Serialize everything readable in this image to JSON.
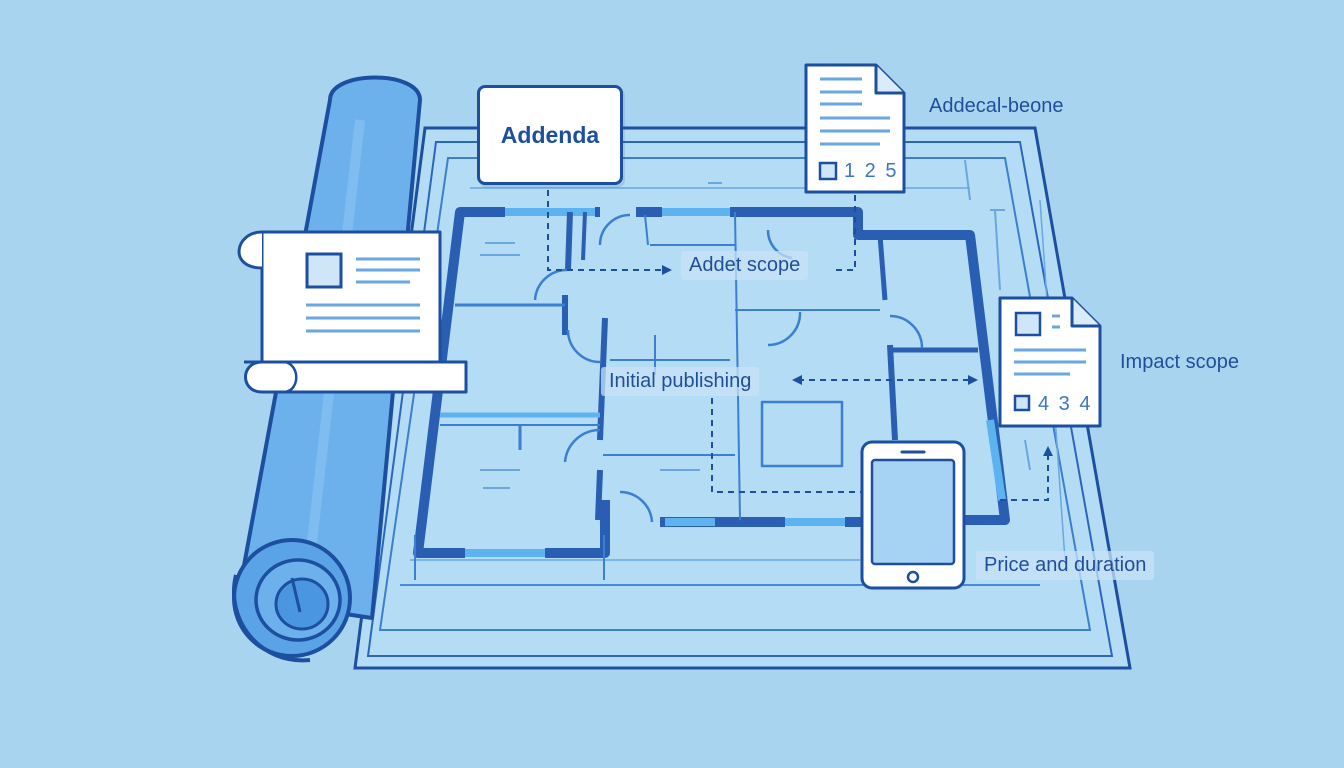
{
  "labels": {
    "addenda": "Addenda",
    "addecal_beone": "Addecal-beone",
    "addet_scope": "Addet scope",
    "initial_publishing": "Initial publishing",
    "impact_scope": "Impact scope",
    "price_and_duration": "Price and duration"
  },
  "documents": {
    "top_doc_number": "1 2 5",
    "right_doc_number": "4 3 4"
  },
  "colors": {
    "background": "#a9d4f0",
    "line_dark": "#1d4fa0",
    "line_mid": "#3a7fd0",
    "highlight": "#5cb3ef",
    "paper": "#ffffff"
  },
  "icons": [
    "blueprint-roll-icon",
    "scroll-document-icon",
    "document-icon",
    "tablet-icon"
  ]
}
